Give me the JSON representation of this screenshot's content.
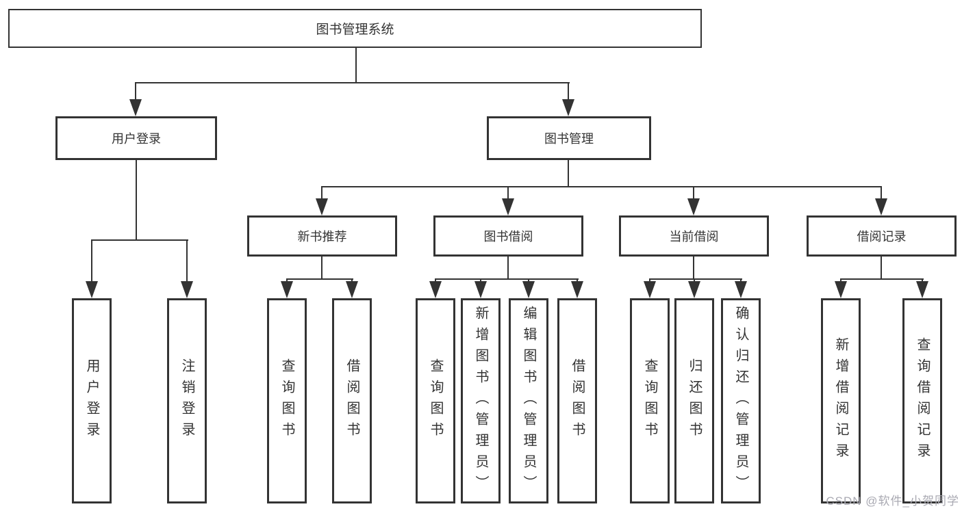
{
  "root": {
    "label": "图书管理系统",
    "children": [
      {
        "label": "用户登录",
        "children": [
          {
            "label": "用户登录"
          },
          {
            "label": "注销登录"
          }
        ]
      },
      {
        "label": "图书管理",
        "children": [
          {
            "label": "新书推荐",
            "children": [
              {
                "label": "查询图书"
              },
              {
                "label": "借阅图书"
              }
            ]
          },
          {
            "label": "图书借阅",
            "children": [
              {
                "label": "查询图书"
              },
              {
                "label": "新增图书（管理员）"
              },
              {
                "label": "编辑图书（管理员）"
              },
              {
                "label": "借阅图书"
              }
            ]
          },
          {
            "label": "当前借阅",
            "children": [
              {
                "label": "查询图书"
              },
              {
                "label": "归还图书"
              },
              {
                "label": "确认归还（管理员）"
              }
            ]
          },
          {
            "label": "借阅记录",
            "children": [
              {
                "label": "新增借阅记录"
              },
              {
                "label": "查询借阅记录"
              }
            ]
          }
        ]
      }
    ]
  },
  "watermark": "CSDN @软件_小贺同学",
  "colors": {
    "line": "#333333",
    "box_background": "#ffffff",
    "page_background": "#ffffff",
    "watermark": "#a9a9b2"
  }
}
